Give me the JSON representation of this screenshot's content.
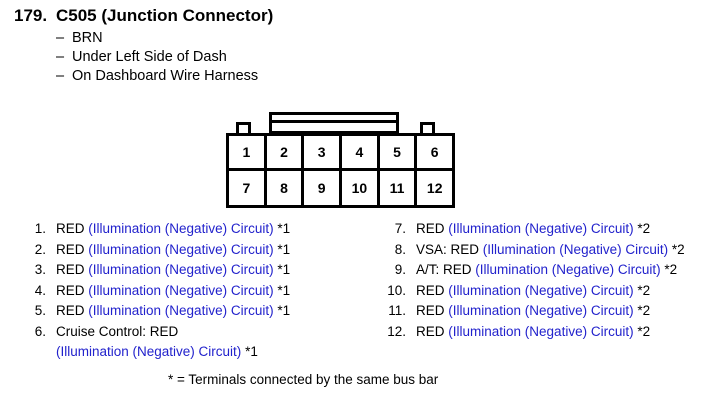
{
  "header": {
    "number": "179.",
    "title": "C505 (Junction Connector)",
    "details": [
      {
        "dash": "–",
        "text": "BRN"
      },
      {
        "dash": "–",
        "text": "Under Left Side of Dash"
      },
      {
        "dash": "–",
        "text": "On Dashboard Wire Harness"
      }
    ]
  },
  "connector": {
    "rows": [
      {
        "cells": [
          "1",
          "2",
          "3",
          "4",
          "5",
          "6"
        ]
      },
      {
        "cells": [
          "7",
          "8",
          "9",
          "10",
          "11",
          "12"
        ]
      }
    ]
  },
  "pins": {
    "left": [
      {
        "num": "1.",
        "prefix": "RED ",
        "circuit": "(Illumination (Negative) Circuit)",
        "note": " *1"
      },
      {
        "num": "2.",
        "prefix": "RED ",
        "circuit": "(Illumination (Negative) Circuit)",
        "note": " *1"
      },
      {
        "num": "3.",
        "prefix": "RED ",
        "circuit": "(Illumination (Negative) Circuit)",
        "note": " *1"
      },
      {
        "num": "4.",
        "prefix": "RED ",
        "circuit": "(Illumination (Negative) Circuit)",
        "note": " *1"
      },
      {
        "num": "5.",
        "prefix": "RED ",
        "circuit": "(Illumination (Negative) Circuit)",
        "note": " *1"
      },
      {
        "num": "6.",
        "prefix": "Cruise Control: RED",
        "circuit": "(Illumination (Negative) Circuit)",
        "note": " *1",
        "wrap": true
      }
    ],
    "right": [
      {
        "num": "7.",
        "prefix": "RED ",
        "circuit": "(Illumination (Negative) Circuit)",
        "note": " *2"
      },
      {
        "num": "8.",
        "prefix": "VSA: RED ",
        "circuit": "(Illumination (Negative) Circuit)",
        "note": " *2"
      },
      {
        "num": "9.",
        "prefix": "A/T: RED ",
        "circuit": "(Illumination (Negative) Circuit)",
        "note": " *2"
      },
      {
        "num": "10.",
        "prefix": "RED ",
        "circuit": "(Illumination (Negative) Circuit)",
        "note": " *2"
      },
      {
        "num": "11.",
        "prefix": "RED ",
        "circuit": "(Illumination (Negative) Circuit)",
        "note": " *2"
      },
      {
        "num": "12.",
        "prefix": "RED ",
        "circuit": "(Illumination (Negative) Circuit)",
        "note": " *2"
      }
    ]
  },
  "footnote": "* = Terminals connected by the same bus bar",
  "colors": {
    "circuit_blue": "#2222cc",
    "text_black": "#000000",
    "background": "#ffffff"
  }
}
